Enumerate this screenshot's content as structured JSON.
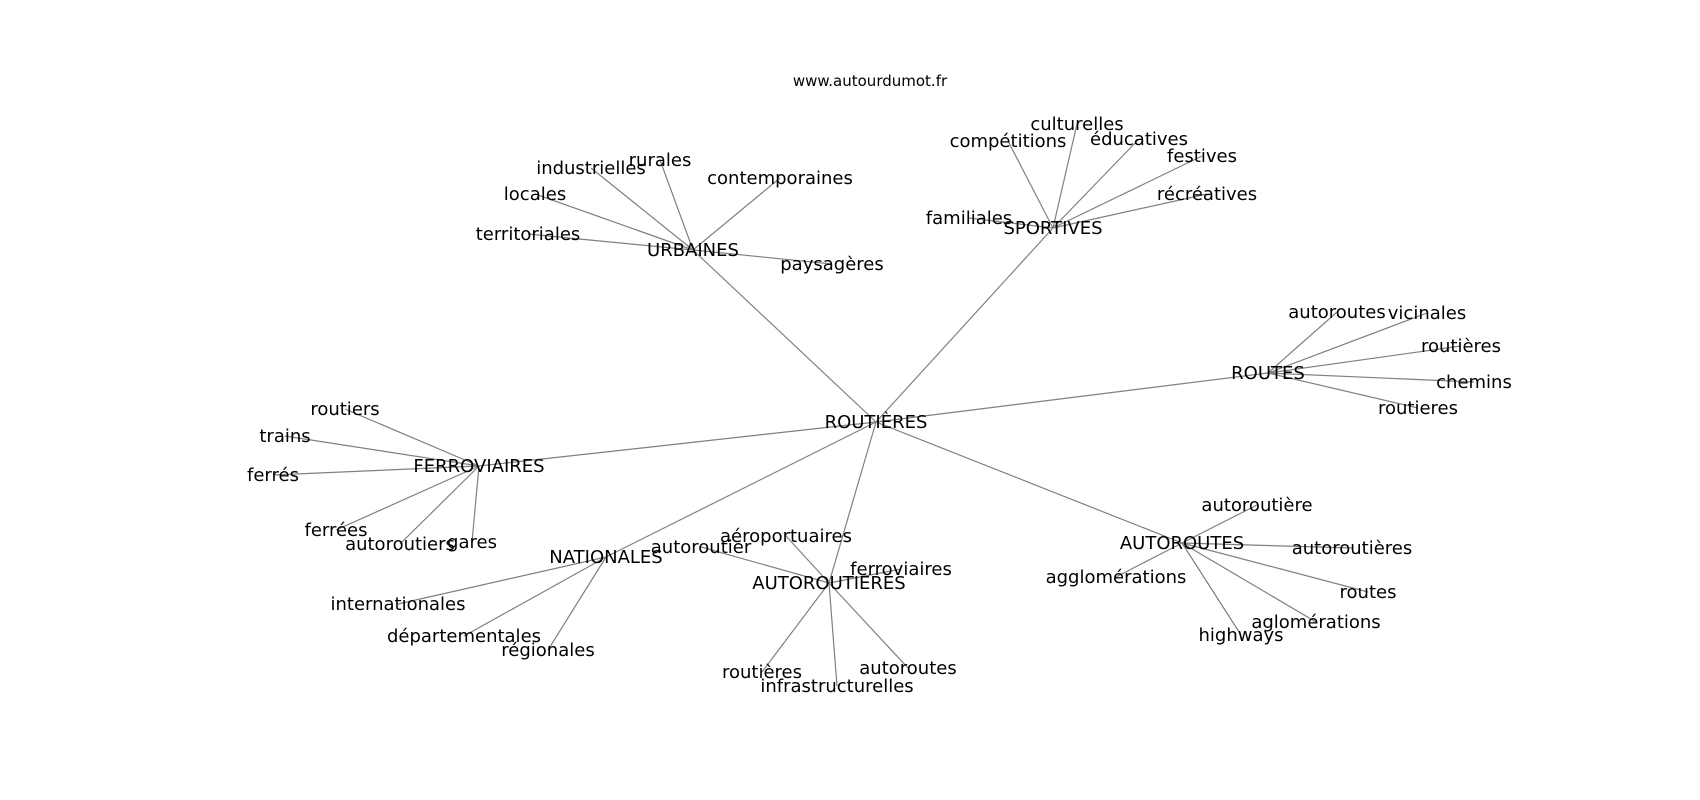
{
  "source": "www.autourdumot.fr",
  "center": {
    "id": "center",
    "label": "ROUTIÈRES"
  },
  "clusters": [
    {
      "id": "urbaines",
      "label": "URBAINES",
      "leaves": [
        "rurales",
        "industrielles",
        "contemporaines",
        "locales",
        "territoriales",
        "paysagères"
      ]
    },
    {
      "id": "sportives",
      "label": "SPORTIVES",
      "leaves": [
        "culturelles",
        "compétitions",
        "éducatives",
        "festives",
        "récréatives",
        "familiales"
      ]
    },
    {
      "id": "routes",
      "label": "ROUTES",
      "leaves": [
        "autoroutes",
        "vicinales",
        "routières",
        "chemins",
        "routieres"
      ]
    },
    {
      "id": "ferroviaires",
      "label": "FERROVIAIRES",
      "leaves": [
        "routiers",
        "trains",
        "ferrés",
        "ferrées",
        "autoroutiers",
        "gares"
      ]
    },
    {
      "id": "nationales",
      "label": "NATIONALES",
      "leaves": [
        "internationales",
        "départementales",
        "régionales"
      ]
    },
    {
      "id": "autoroutieres",
      "label": "AUTOROUTIERES",
      "leaves": [
        "aéroportuaires",
        "autoroutier",
        "ferroviaires",
        "routières",
        "infrastructurelles",
        "autoroutes"
      ]
    },
    {
      "id": "autoroutes",
      "label": "AUTOROUTES",
      "leaves": [
        "autoroutière",
        "autoroutières",
        "agglomérations",
        "routes",
        "aglomérations",
        "highways"
      ]
    }
  ]
}
